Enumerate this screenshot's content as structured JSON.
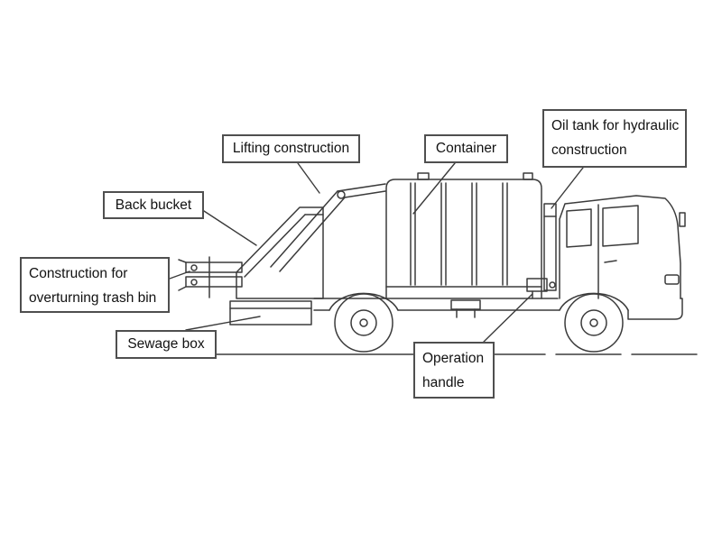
{
  "diagram": {
    "type": "labeled-line-diagram",
    "colors": {
      "background": "#ffffff",
      "line": "#3b3b3b",
      "label_border": "#4f4f4f",
      "text": "#121212"
    },
    "labels": [
      {
        "name": "lifting-construction",
        "lines": [
          "Lifting construction"
        ]
      },
      {
        "name": "container",
        "lines": [
          "Container"
        ]
      },
      {
        "name": "oil-tank-for-hydraulic-construction",
        "lines": [
          "Oil tank for hydraulic",
          "construction"
        ]
      },
      {
        "name": "back-bucket",
        "lines": [
          "Back bucket"
        ]
      },
      {
        "name": "construction-for-overturning-trash-bin",
        "lines": [
          "Construction for",
          "overturning trash bin"
        ]
      },
      {
        "name": "sewage-box",
        "lines": [
          "Sewage box"
        ]
      },
      {
        "name": "operation-handle",
        "lines": [
          "Operation",
          "handle"
        ]
      }
    ]
  }
}
